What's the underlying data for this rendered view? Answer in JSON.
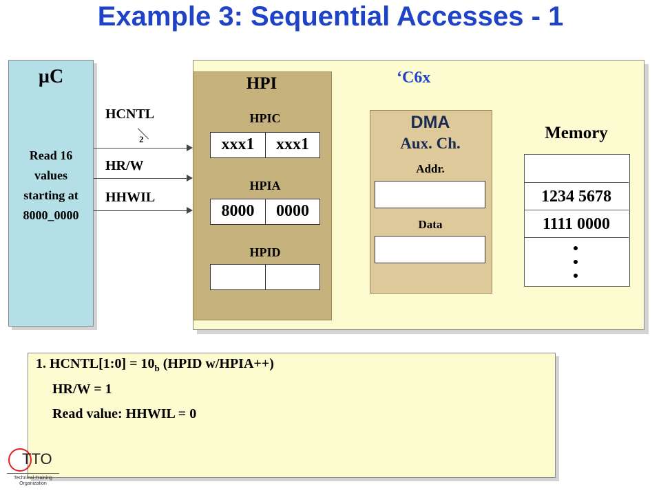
{
  "title": "Example 3: Sequential Accesses - 1",
  "uc": {
    "label": "µC",
    "lines": [
      "Read 16",
      "values",
      "starting at",
      "8000_0000"
    ]
  },
  "signals": {
    "hcntl": "HCNTL",
    "hcntl_width": "2",
    "hrw": "HR/W",
    "hhwil": "HHWIL"
  },
  "c6x": {
    "label": "‘C6x"
  },
  "hpi": {
    "label": "HPI",
    "hpic": {
      "label": "HPIC",
      "left": "xxx1",
      "right": "xxx1"
    },
    "hpia": {
      "label": "HPIA",
      "left": "8000",
      "right": "0000"
    },
    "hpid": {
      "label": "HPID",
      "left": "",
      "right": ""
    }
  },
  "dma": {
    "label": "DMA",
    "sub": "Aux. Ch.",
    "addr_label": "Addr.",
    "data_label": "Data"
  },
  "memory": {
    "label": "Memory",
    "cells": [
      "",
      "1234 5678",
      "1111 0000"
    ]
  },
  "notes": {
    "line1_prefix": "1. HCNTL[1:0] = 10",
    "line1_sub": "b",
    "line1_suffix": " (HPID w/HPIA++)",
    "line2": "HR/W = 1",
    "line3": "Read value: HHWIL = 0"
  },
  "logo": {
    "text": "TTO",
    "sub1": "Technical Training",
    "sub2": "Organization"
  }
}
